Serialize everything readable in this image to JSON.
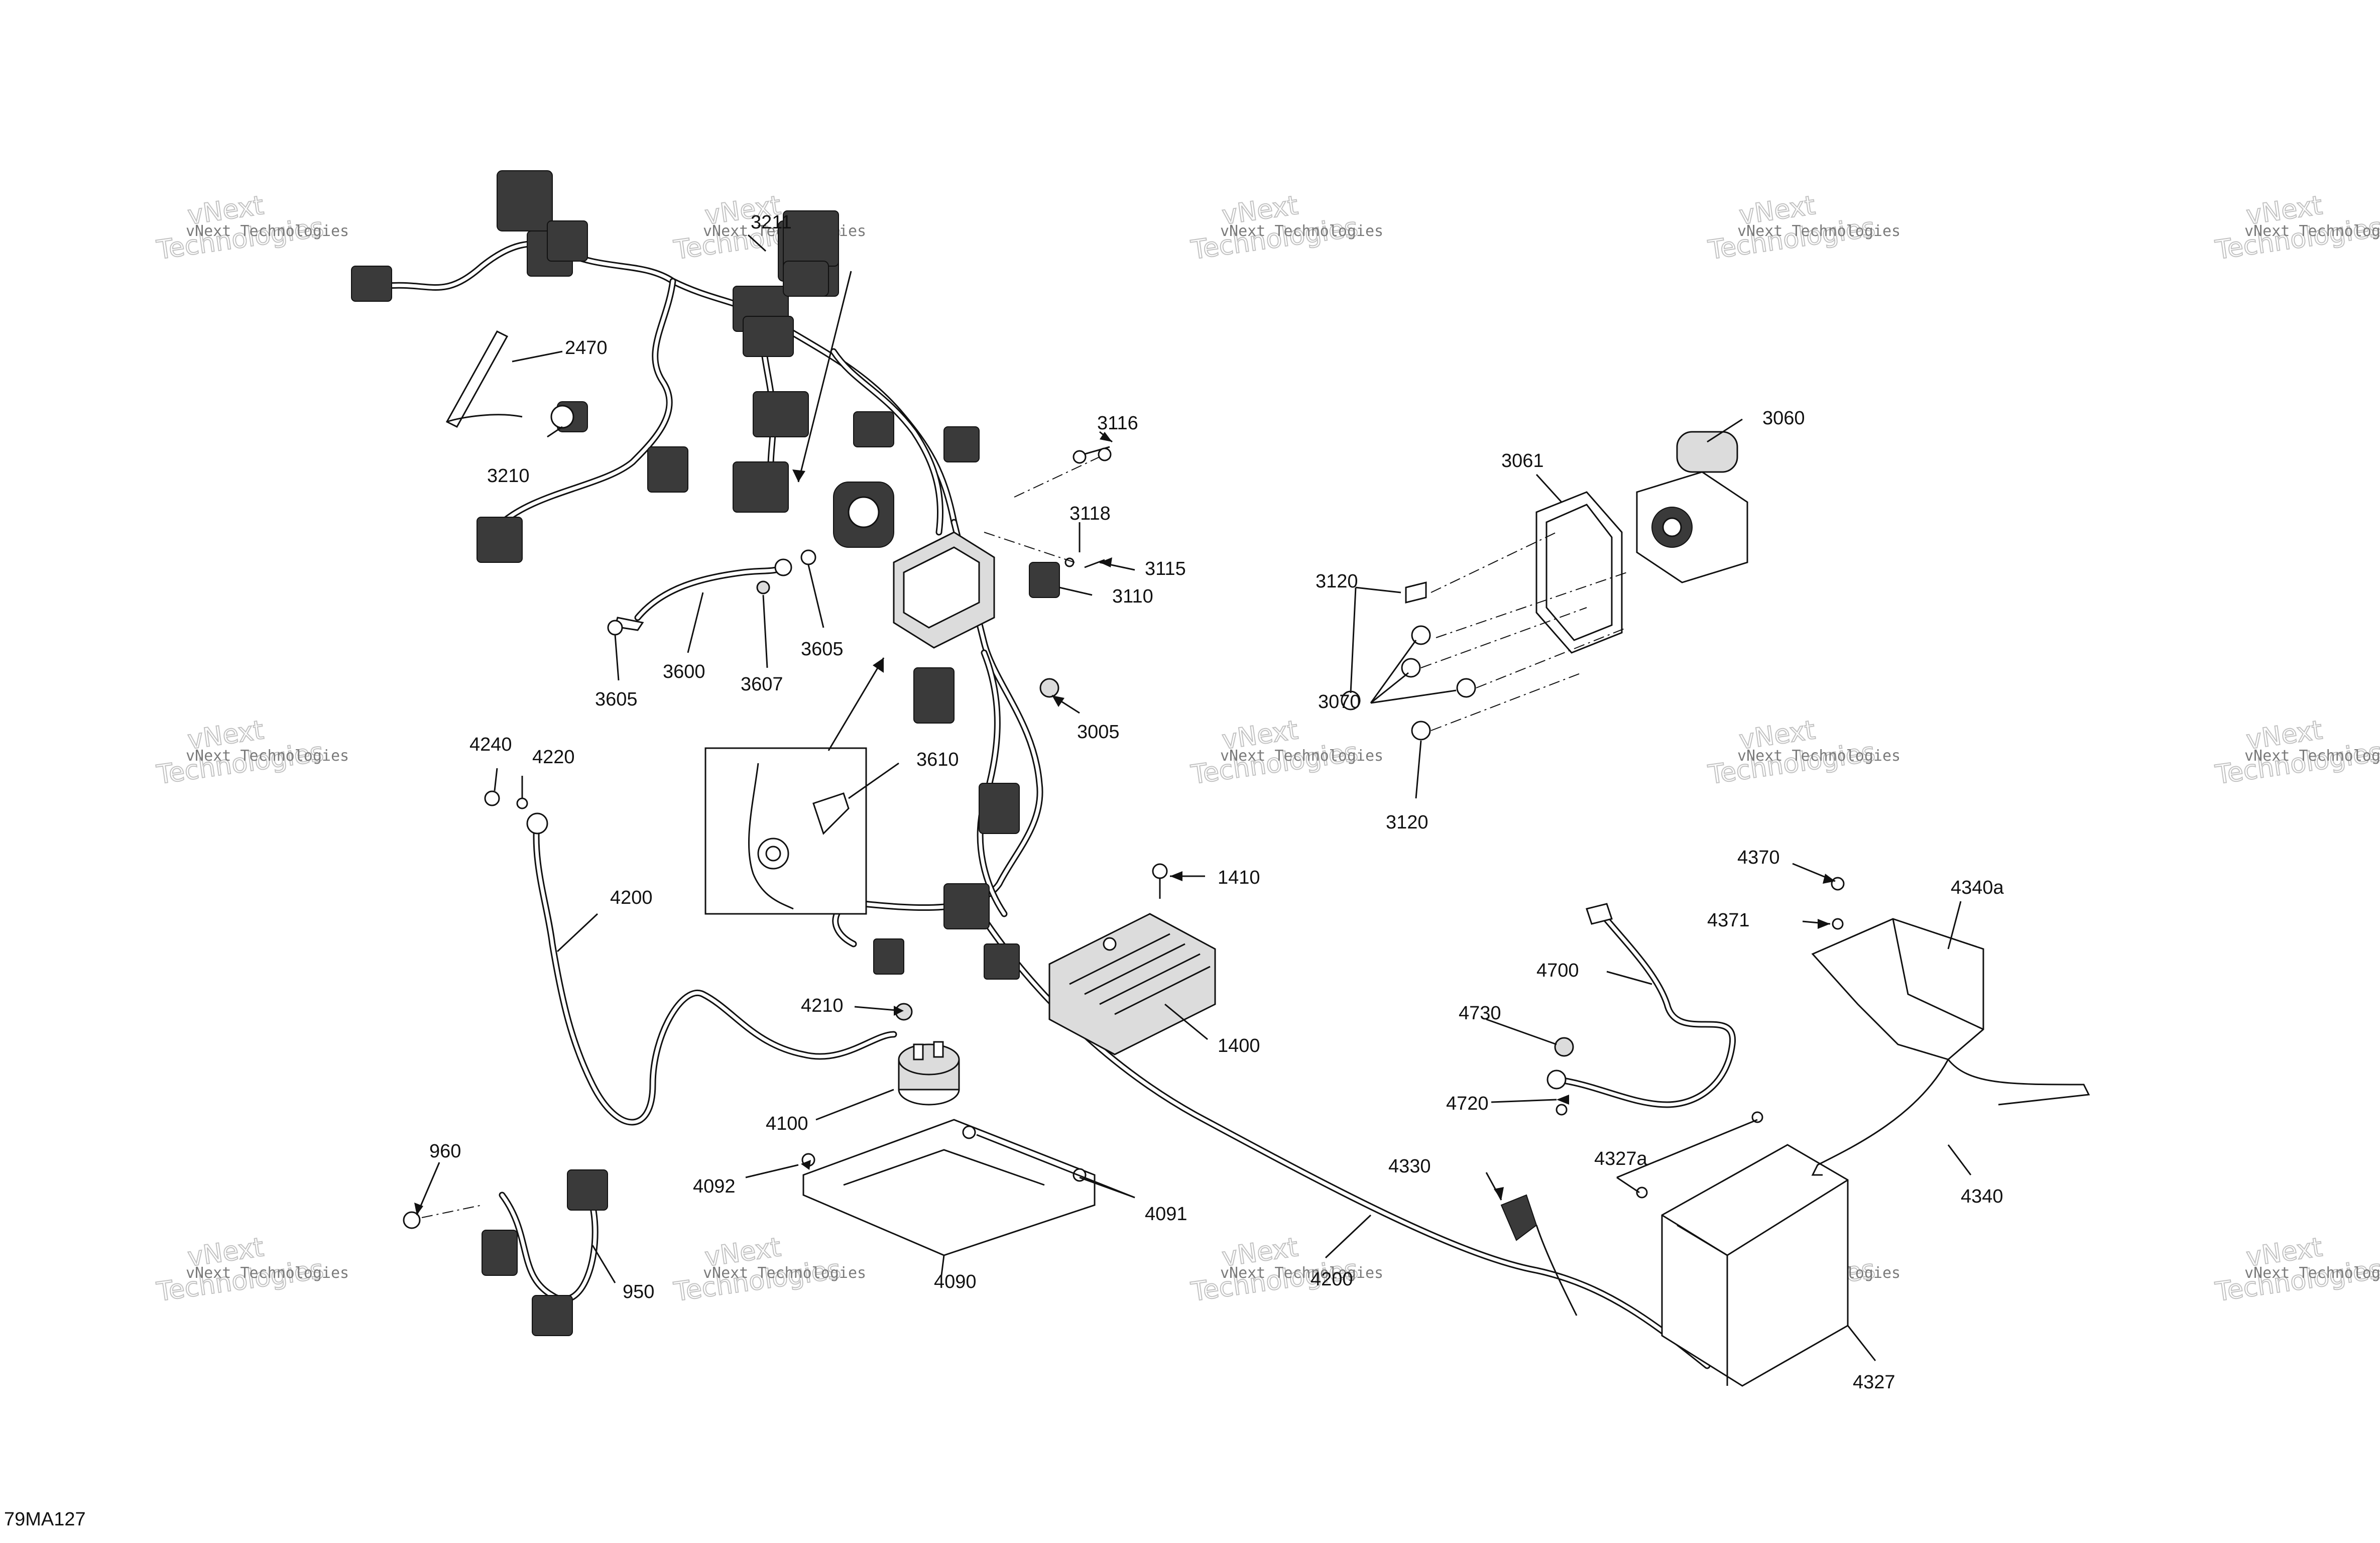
{
  "diagram_id": "79MA127",
  "callouts": [
    {
      "id": "c3211",
      "label": "3211"
    },
    {
      "id": "c2470",
      "label": "2470"
    },
    {
      "id": "c3210",
      "label": "3210"
    },
    {
      "id": "c3116",
      "label": "3116"
    },
    {
      "id": "c3118",
      "label": "3118"
    },
    {
      "id": "c3115",
      "label": "3115"
    },
    {
      "id": "c3110",
      "label": "3110"
    },
    {
      "id": "c3060",
      "label": "3060"
    },
    {
      "id": "c3061",
      "label": "3061"
    },
    {
      "id": "c3120a",
      "label": "3120"
    },
    {
      "id": "c3070",
      "label": "3070"
    },
    {
      "id": "c3120b",
      "label": "3120"
    },
    {
      "id": "c3605a",
      "label": "3605"
    },
    {
      "id": "c3600",
      "label": "3600"
    },
    {
      "id": "c3607",
      "label": "3607"
    },
    {
      "id": "c3605b",
      "label": "3605"
    },
    {
      "id": "c3005",
      "label": "3005"
    },
    {
      "id": "c3610",
      "label": "3610"
    },
    {
      "id": "c4240",
      "label": "4240"
    },
    {
      "id": "c4220",
      "label": "4220"
    },
    {
      "id": "c4200a",
      "label": "4200"
    },
    {
      "id": "c1410",
      "label": "1410"
    },
    {
      "id": "c4370",
      "label": "4370"
    },
    {
      "id": "c4340a",
      "label": "4340a"
    },
    {
      "id": "c4371",
      "label": "4371"
    },
    {
      "id": "c4700",
      "label": "4700"
    },
    {
      "id": "c4210",
      "label": "4210"
    },
    {
      "id": "c1400",
      "label": "1400"
    },
    {
      "id": "c4730",
      "label": "4730"
    },
    {
      "id": "c4720",
      "label": "4720"
    },
    {
      "id": "c4100",
      "label": "4100"
    },
    {
      "id": "c4092",
      "label": "4092"
    },
    {
      "id": "c4091",
      "label": "4091"
    },
    {
      "id": "c960",
      "label": "960"
    },
    {
      "id": "c4330",
      "label": "4330"
    },
    {
      "id": "c4327a",
      "label": "4327a"
    },
    {
      "id": "c4340",
      "label": "4340"
    },
    {
      "id": "c4090",
      "label": "4090"
    },
    {
      "id": "c950",
      "label": "950"
    },
    {
      "id": "c4200b",
      "label": "4200"
    },
    {
      "id": "c4327",
      "label": "4327"
    }
  ],
  "watermark": {
    "small": "vNext Technologies",
    "large_top": "vNext",
    "large_bottom": "Technologies"
  }
}
